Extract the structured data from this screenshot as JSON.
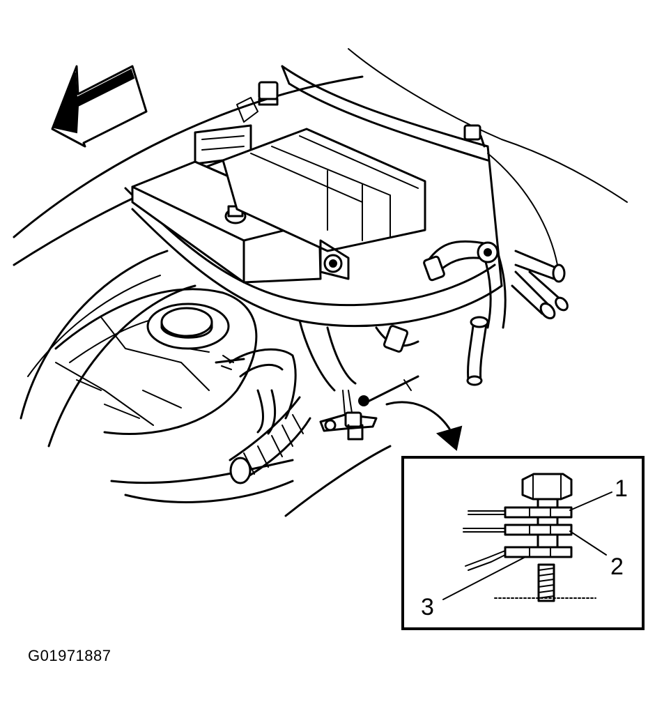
{
  "figure": {
    "code": "G01971887",
    "callouts": [
      {
        "id": "1",
        "label": "1"
      },
      {
        "id": "2",
        "label": "2"
      },
      {
        "id": "3",
        "label": "3"
      }
    ]
  },
  "colors": {
    "ink": "#000000",
    "paper": "#ffffff"
  }
}
